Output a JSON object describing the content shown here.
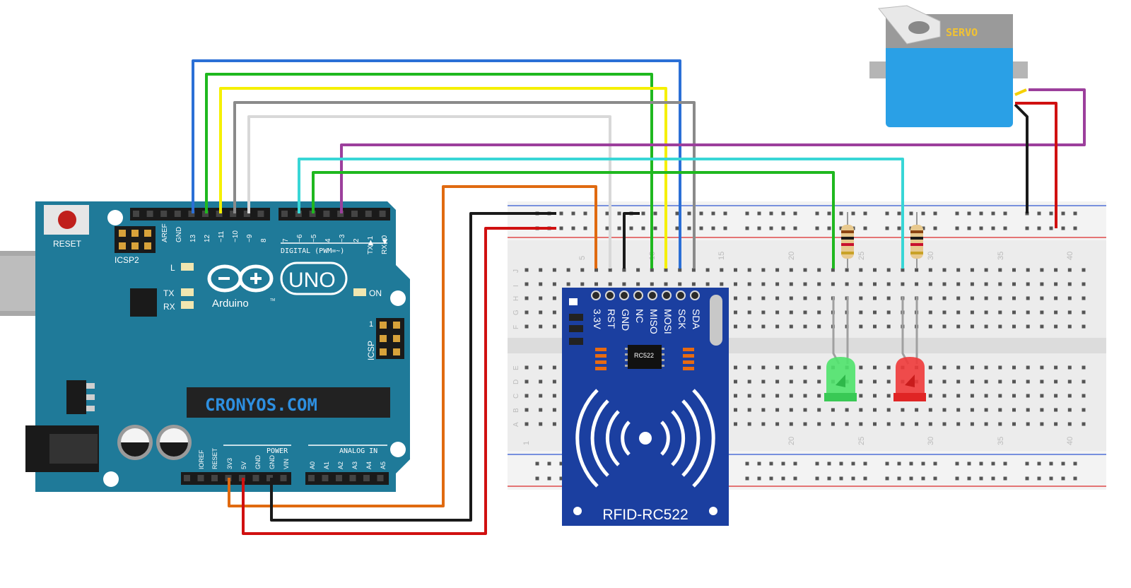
{
  "colors": {
    "arduino_board": "#1f7a99",
    "rfid_board": "#1b3fa0",
    "servo_body": "#2aa0e6",
    "breadboard": "#f0f0f0",
    "wire_blue": "#2b6fd6",
    "wire_green": "#1fb81f",
    "wire_yellow": "#f5f000",
    "wire_gray": "#8a8a8a",
    "wire_white": "#d8d8d8",
    "wire_purple": "#9c3f9c",
    "wire_cyan": "#38d6d6",
    "wire_orange": "#e06a10",
    "wire_black": "#1a1a1a",
    "wire_red": "#d01010"
  },
  "arduino": {
    "reset_label": "RESET",
    "icsp2_label": "ICSP2",
    "icsp_label": "ICSP",
    "icsp_pin1": "1",
    "logo_text": "Arduino",
    "tm": "TM",
    "uno_label": "UNO",
    "brand_text": "CRONYOS.COM",
    "led_l": "L",
    "led_tx": "TX",
    "led_rx": "RX",
    "led_on": "ON",
    "digital_label": "DIGITAL (PWM=~)",
    "top_pins": [
      "AREF",
      "GND",
      "13",
      "12",
      "~11",
      "~10",
      "~9",
      "8",
      "7",
      "~6",
      "~5",
      "4",
      "~3",
      "2",
      "TX▶1",
      "RX◀0"
    ],
    "power_label": "POWER",
    "analog_label": "ANALOG IN",
    "power_pins": [
      "IOREF",
      "RESET",
      "3V3",
      "5V",
      "GND",
      "GND",
      "VIN"
    ],
    "analog_pins": [
      "A0",
      "A1",
      "A2",
      "A3",
      "A4",
      "A5"
    ]
  },
  "rfid": {
    "pins": [
      "3.3V",
      "RST",
      "GND",
      "NC",
      "MISO",
      "MOSI",
      "SCK",
      "SDA"
    ],
    "chip_label": "RC522",
    "title": "RFID-RC522"
  },
  "servo": {
    "label": "SERVO"
  },
  "breadboard": {
    "top_numbers": [
      "5",
      "10",
      "15",
      "20",
      "25",
      "30",
      "35",
      "40"
    ],
    "bottom_numbers": [
      "1",
      "20",
      "25",
      "30",
      "35",
      "40"
    ],
    "row_letters_top": [
      "J",
      "I",
      "H",
      "G",
      "F"
    ],
    "row_letters_bottom": [
      "E",
      "D",
      "C",
      "B",
      "A"
    ]
  }
}
